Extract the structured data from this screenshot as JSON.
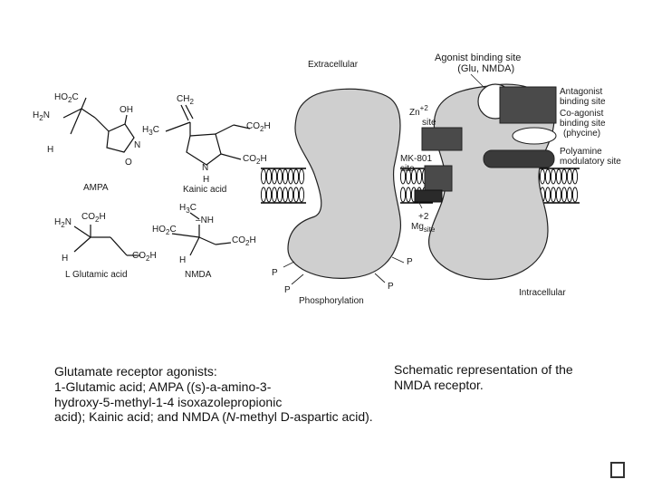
{
  "diagram": {
    "structures": {
      "ampa": {
        "name": "AMPA",
        "groups": {
          "ho2c": "HO2C",
          "oh": "OH",
          "h2n": "H2N",
          "n": "N",
          "o": "O",
          "h": "H"
        }
      },
      "kainic": {
        "name": "Kainic acid",
        "groups": {
          "ch2": "CH2",
          "h3c": "H3C",
          "co2h_top": "CO2H",
          "co2h_bottom": "CO2H",
          "n": "N",
          "h": "H"
        }
      },
      "glutamic": {
        "name": "L Glutamic acid",
        "groups": {
          "h2n": "H2N",
          "co2h_top": "CO2H",
          "co2h_bottom": "CO2H",
          "h": "H"
        }
      },
      "nmda": {
        "name": "NMDA",
        "groups": {
          "h3c": "H3C",
          "nh": "NH",
          "ho2c": "HO2C",
          "co2h": "CO2H",
          "h": "H"
        }
      }
    },
    "receptor": {
      "extracellular": "Extracellular",
      "intracellular": "Intracellular",
      "agonist_site": [
        "Agonist binding site",
        "(Glu, NMDA)"
      ],
      "antagonist_site": [
        "Antagonist",
        "binding site"
      ],
      "coagonist_site": [
        "Co-agonist",
        "binding site",
        "(phycine)"
      ],
      "polyamine_site": [
        "Polyamine",
        "modulatory site"
      ],
      "zn_site": [
        "Zn",
        "+2",
        "site"
      ],
      "mk801_site": [
        "MK-801",
        "site"
      ],
      "mg_site": [
        "+2",
        "Mg",
        "site"
      ],
      "phosphorylation": "Phosphorylation",
      "p": "P"
    },
    "captions": {
      "left": [
        "Glutamate receptor agonists:",
        "1-Glutamic acid; AMPA ((s)-a-amino-3-",
        "hydroxy-5-methyl-1-4 isoxazolepropionic",
        "acid); Kainic acid; and NMDA (",
        "N",
        "-methyl D-aspartic acid)."
      ],
      "right": [
        "Schematic representation of the",
        "NMDA receptor."
      ]
    }
  },
  "colors": {
    "receptor_fill": "#cfcfcf",
    "site_dark": "#4a4a4a",
    "membrane": "#000000"
  }
}
